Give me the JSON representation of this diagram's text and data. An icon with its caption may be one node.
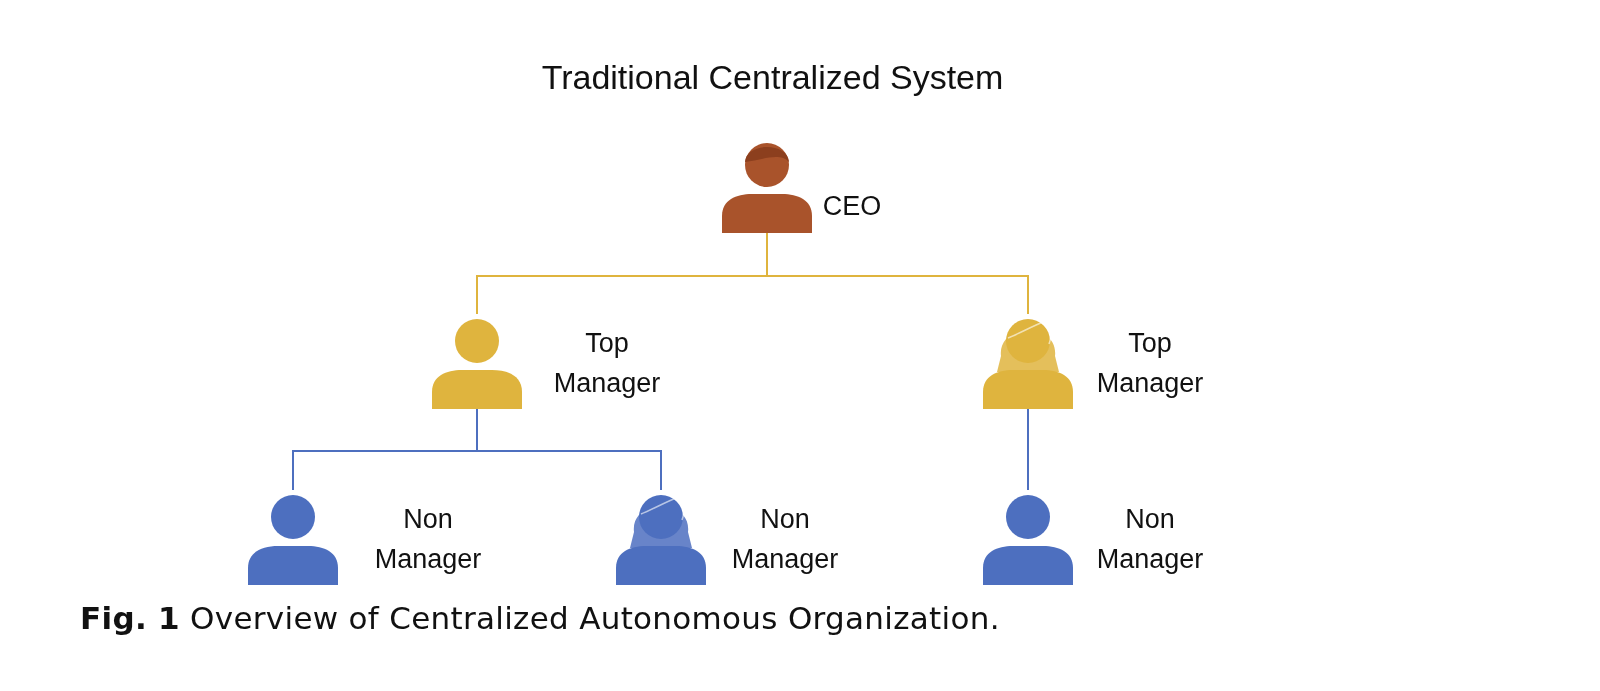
{
  "diagram": {
    "title": "Traditional Centralized System",
    "caption": "**Fig. 1** Overview of Centralized Autonomous Organization.",
    "nodes": [
      {
        "text": [
          "CEO"
        ]
      },
      {
        "text": [
          "Top Manager"
        ]
      },
      {
        "text": [
          "Top Manager"
        ]
      },
      {
        "text": [
          "Non Manager"
        ]
      },
      {
        "text": [
          "Non Manager"
        ]
      },
      {
        "text": [
          "Non Manager"
        ]
      }
    ],
    "edges": [
      {
        "from": 0,
        "to": 1,
        "arrow": "none",
        "color": "#dfb43e"
      },
      {
        "from": 0,
        "to": 2,
        "arrow": "none",
        "color": "#dfb43e"
      },
      {
        "from": 1,
        "to": 3,
        "arrow": "none"
      },
      {
        "from": 1,
        "to": 4,
        "arrow": "none"
      },
      {
        "from": 2,
        "to": 5,
        "arrow": "none"
      }
    ]
  }
}
